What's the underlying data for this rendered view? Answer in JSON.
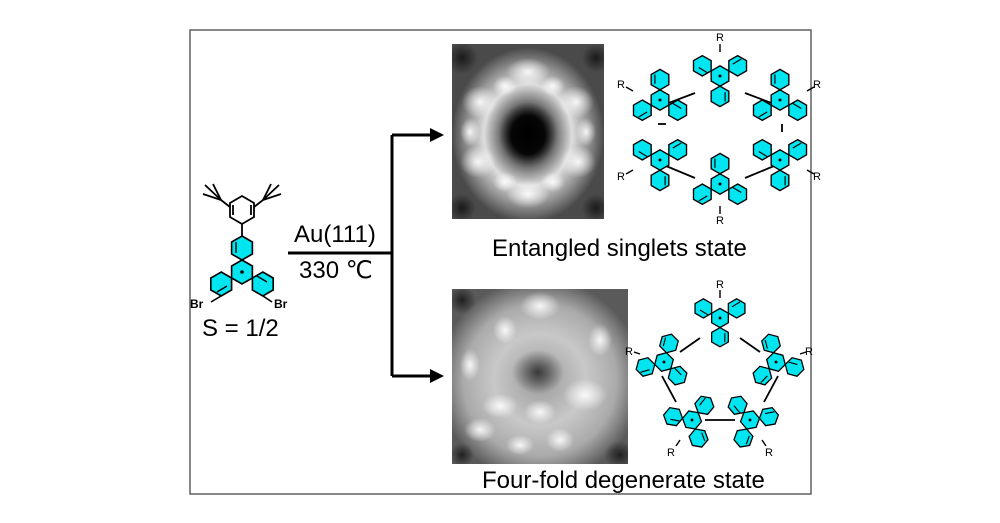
{
  "reaction": {
    "substrate": "Au(111)",
    "temperature": "330 ℃"
  },
  "monomer": {
    "spin": "S = 1/2",
    "substituent_left": "Br",
    "substituent_right": "Br"
  },
  "products": {
    "hexamer_caption": "Entangled singlets state",
    "pentamer_caption": "Four-fold degenerate state",
    "r_label": "R"
  },
  "colors": {
    "ring_fill": "#00e5f0",
    "stroke": "#000000",
    "frame": "#555555"
  }
}
